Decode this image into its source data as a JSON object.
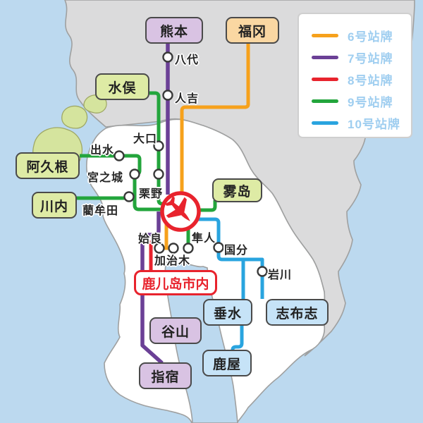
{
  "legend": {
    "items": [
      {
        "label": "6号站牌",
        "color": "#F6A11C"
      },
      {
        "label": "7号站牌",
        "color": "#6B4096"
      },
      {
        "label": "8号站牌",
        "color": "#E8232D"
      },
      {
        "label": "9号站牌",
        "color": "#23A53C"
      },
      {
        "label": "10号站牌",
        "color": "#29A4DF"
      }
    ]
  },
  "destinations": {
    "kumamoto": "熊本",
    "fukuoka": "福冈",
    "minamata": "水俣",
    "akune": "阿久根",
    "sendai": "川内",
    "kirishima": "雾岛",
    "kagoshima_city": "鹿儿岛市内",
    "taniyama": "谷山",
    "ibusuki": "指宿",
    "tarumizu": "垂水",
    "kanoya": "鹿屋",
    "shibushi": "志布志"
  },
  "stations": {
    "yatsushiro": "八代",
    "hitoyoshi": "人吉",
    "izumi": "出水",
    "okuchi": "大口",
    "miyanojo": "宮之城",
    "kurino": "栗野",
    "imuta": "藺牟田",
    "aira": "姶良",
    "kajiki": "加治木",
    "hayato": "隼人",
    "kokubu": "国分",
    "iwagawa": "岩川"
  },
  "routes": [
    {
      "name": "6号站牌",
      "color": "#F6A11C",
      "stops_visible": [
        "福冈",
        "加治木",
        "姶良"
      ]
    },
    {
      "name": "7号站牌",
      "color": "#6B4096",
      "stops_visible": [
        "熊本",
        "八代",
        "人吉",
        "谷山",
        "指宿"
      ]
    },
    {
      "name": "8号站牌",
      "color": "#E8232D",
      "stops_visible": [
        "姶良",
        "鹿儿岛市内"
      ]
    },
    {
      "name": "9号站牌",
      "color": "#23A53C",
      "stops_visible": [
        "水俣",
        "大口",
        "栗野",
        "阿久根",
        "出水",
        "宮之城",
        "藺牟田",
        "川内",
        "雾岛",
        "隼人"
      ]
    },
    {
      "name": "10号站牌",
      "color": "#29A4DF",
      "stops_visible": [
        "国分",
        "岩川",
        "志布志",
        "垂水",
        "鹿屋"
      ]
    }
  ],
  "map": {
    "airport_marker": "airport-icon",
    "colors": {
      "sea": "#BCD9EF",
      "other_land": "#DBDBDC",
      "prefecture": "#FFFFFF",
      "islands": "#D5E49E",
      "coast_stroke": "#9FA0A0",
      "airport_red": "#E8232D"
    }
  }
}
